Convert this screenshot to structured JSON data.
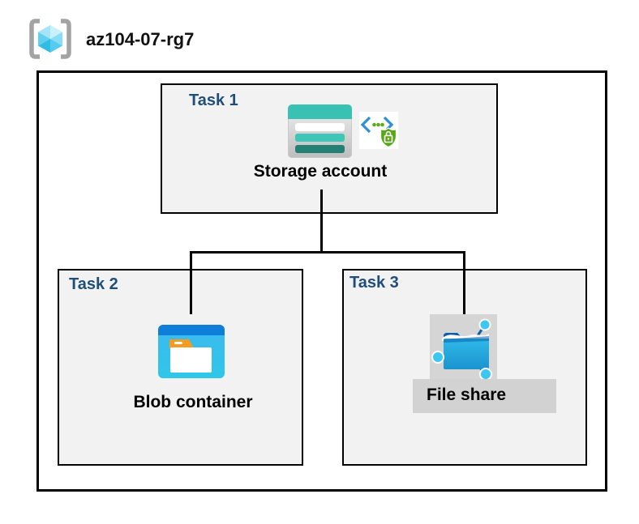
{
  "header": {
    "title": "az104-07-rg7",
    "icon": "resource-group-icon"
  },
  "diagram": {
    "tasks": [
      {
        "label": "Task 1",
        "item": "Storage account",
        "icons": [
          "storage-account-icon",
          "secure-endpoint-icon"
        ]
      },
      {
        "label": "Task 2",
        "item": "Blob container",
        "icons": [
          "blob-container-icon"
        ]
      },
      {
        "label": "Task 3",
        "item": "File share",
        "icons": [
          "file-share-icon"
        ]
      }
    ],
    "connections": [
      {
        "from": "Storage account",
        "to": "Blob container"
      },
      {
        "from": "Storage account",
        "to": "File share"
      }
    ]
  },
  "colors": {
    "task_label_navy": "#1F4E79",
    "task_box_fill": "#F2F2F2",
    "border_black": "#000000",
    "storage_teal": "#39C2B3",
    "storage_teal_dark": "#248073",
    "blob_blue_band": "#0F7ED9",
    "blob_cyan_body": "#35BEEC",
    "folder_tab_orange": "#F59B20",
    "shield_green": "#57A717",
    "bracket_gray": "#A3A3A3",
    "file_share_badge_gray": "#D2D2D2",
    "cube_cyan": "#54CBEF"
  }
}
